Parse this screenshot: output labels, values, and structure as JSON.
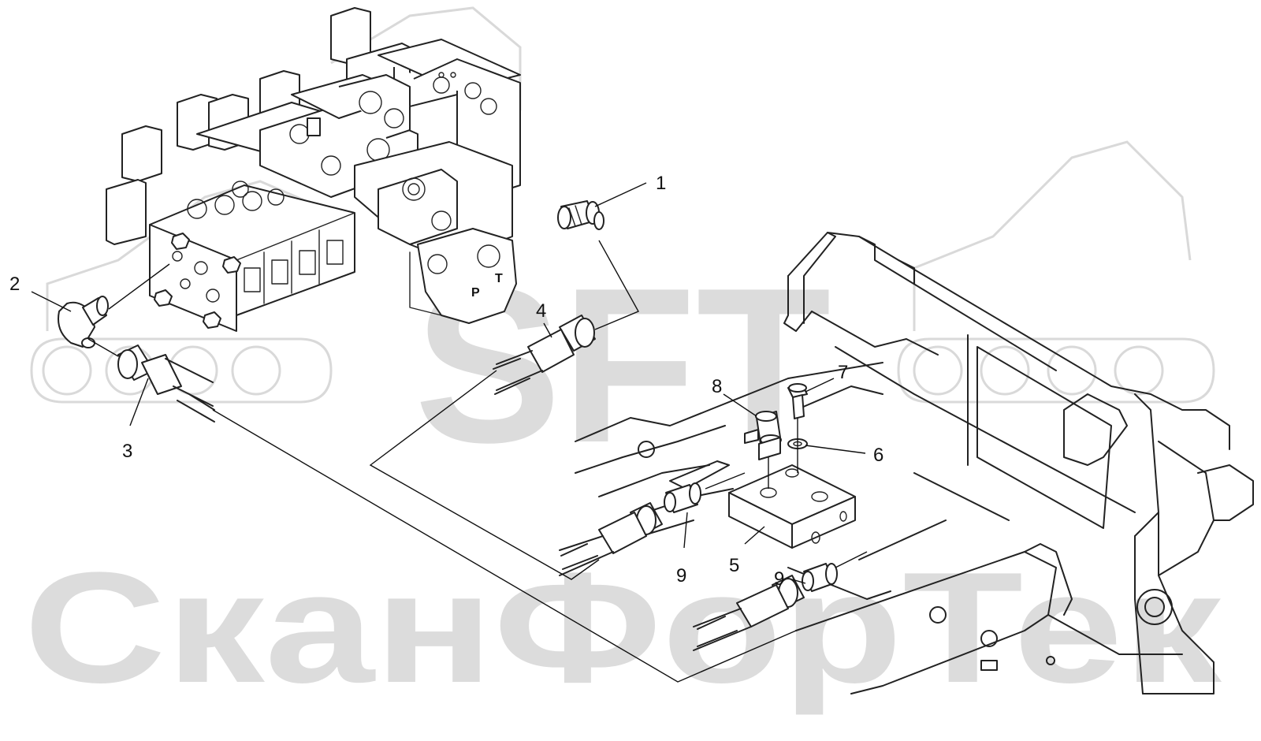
{
  "watermark": {
    "logo_text": "SFT",
    "company_text": "СканФорТек"
  },
  "callouts": [
    {
      "id": "1",
      "label": "1"
    },
    {
      "id": "2",
      "label": "2"
    },
    {
      "id": "3",
      "label": "3"
    },
    {
      "id": "4",
      "label": "4"
    },
    {
      "id": "5",
      "label": "5"
    },
    {
      "id": "6",
      "label": "6"
    },
    {
      "id": "7",
      "label": "7"
    },
    {
      "id": "8",
      "label": "8"
    },
    {
      "id": "9a",
      "label": "9"
    },
    {
      "id": "9b",
      "label": "9"
    }
  ],
  "valve_ports": {
    "p_label": "P",
    "t_label": "T"
  }
}
